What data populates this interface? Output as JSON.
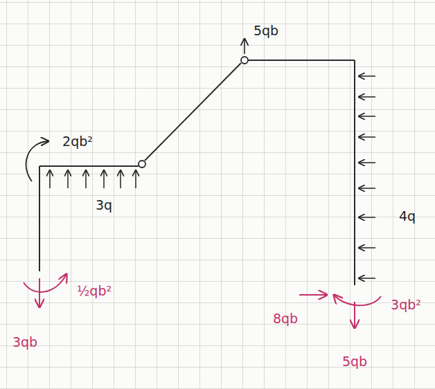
{
  "diagram": {
    "labels": [
      "5qb",
      "2qb²",
      "3q",
      "4q",
      "3qb",
      "½qb²",
      "8qb",
      "3qb²",
      "5qb"
    ]
  }
}
